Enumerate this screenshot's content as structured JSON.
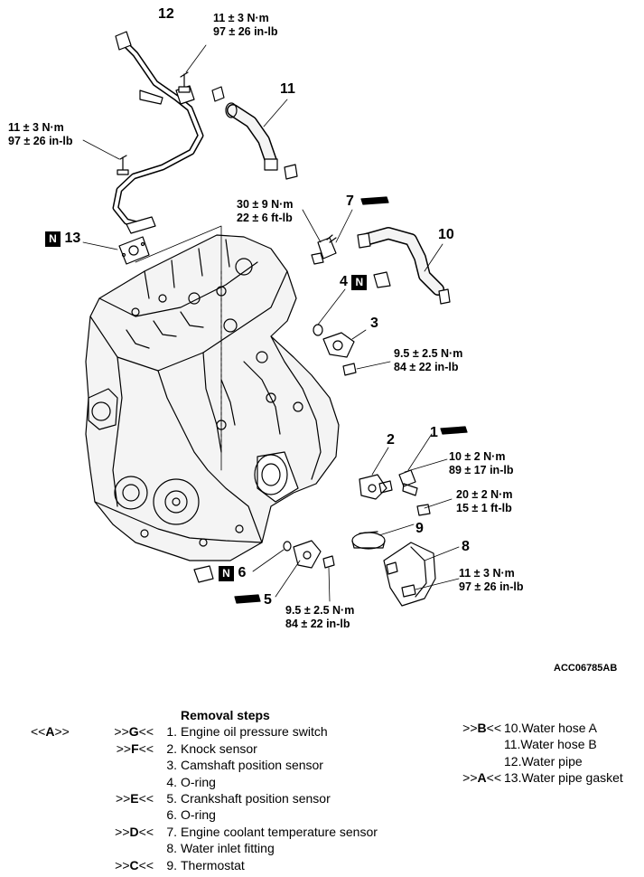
{
  "diagram_code": "ACC06785AB",
  "callouts": {
    "c12": "12",
    "c11": "11",
    "c13": "13",
    "c7": "7",
    "c10": "10",
    "c4": "4",
    "c3": "3",
    "c2": "2",
    "c1": "1",
    "c9": "9",
    "c8": "8",
    "c6": "6",
    "c5": "5",
    "n_mark": "N"
  },
  "torques": {
    "t12_a": "11 ± 3 N·m",
    "t12_b": "97 ± 26 in-lb",
    "tleft_a": "11 ± 3 N·m",
    "tleft_b": "97 ± 26 in-lb",
    "t7_a": "30 ± 9 N·m",
    "t7_b": "22 ± 6 ft-lb",
    "t3_a": "9.5 ± 2.5 N·m",
    "t3_b": "84 ± 22 in-lb",
    "t1_a": "10 ± 2 N·m",
    "t1_b": "89 ± 17 in-lb",
    "t2_a": "20 ± 2 N·m",
    "t2_b": "15 ± 1 ft-lb",
    "t8_a": "11 ± 3 N·m",
    "t8_b": "97 ± 26 in-lb",
    "t5_a": "9.5 ± 2.5 N·m",
    "t5_b": "84 ± 22 in-lb"
  },
  "removal": {
    "title": "Removal steps",
    "left_steps": [
      {
        "a": "<<A>>",
        "b": ">>G<<",
        "n": "1.",
        "t": "Engine oil pressure switch"
      },
      {
        "a": "",
        "b": ">>F<<",
        "n": "2.",
        "t": "Knock sensor"
      },
      {
        "a": "",
        "b": "",
        "n": "3.",
        "t": "Camshaft position sensor"
      },
      {
        "a": "",
        "b": "",
        "n": "4.",
        "t": "O-ring"
      },
      {
        "a": "",
        "b": ">>E<<",
        "n": "5.",
        "t": "Crankshaft position sensor"
      },
      {
        "a": "",
        "b": "",
        "n": "6.",
        "t": "O-ring"
      },
      {
        "a": "",
        "b": ">>D<<",
        "n": "7.",
        "t": "Engine coolant temperature sensor"
      },
      {
        "a": "",
        "b": "",
        "n": "8.",
        "t": "Water inlet fitting"
      },
      {
        "a": "",
        "b": ">>C<<",
        "n": "9.",
        "t": "Thermostat"
      }
    ],
    "right_steps": [
      {
        "b": ">>B<<",
        "t": "10.Water hose A"
      },
      {
        "b": "",
        "t": "11.Water hose B"
      },
      {
        "b": "",
        "t": "12.Water pipe"
      },
      {
        "b": ">>A<<",
        "t": "13.Water pipe gasket"
      }
    ]
  }
}
